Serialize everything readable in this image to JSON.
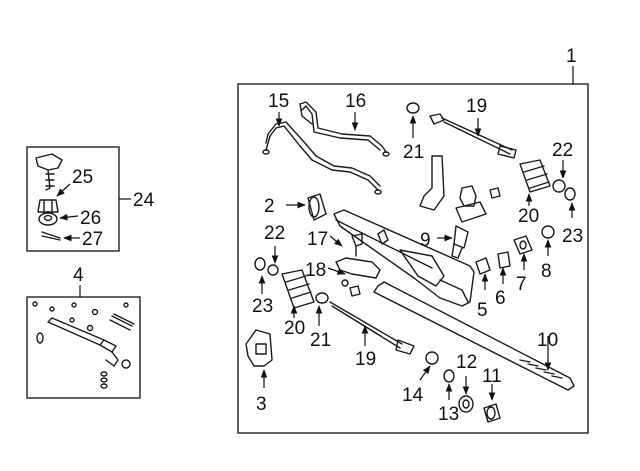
{
  "callouts": {
    "c1": "1",
    "c2": "2",
    "c3": "3",
    "c4": "4",
    "c5": "5",
    "c6": "6",
    "c7": "7",
    "c8": "8",
    "c9": "9",
    "c10": "10",
    "c11": "11",
    "c12": "12",
    "c13": "13",
    "c14": "14",
    "c15": "15",
    "c16": "16",
    "c17": "17",
    "c18": "18",
    "c19a": "19",
    "c19b": "19",
    "c20a": "20",
    "c20b": "20",
    "c21a": "21",
    "c21b": "21",
    "c22a": "22",
    "c22b": "22",
    "c23a": "23",
    "c23b": "23",
    "c24": "24",
    "c25": "25",
    "c26": "26",
    "c27": "27"
  }
}
